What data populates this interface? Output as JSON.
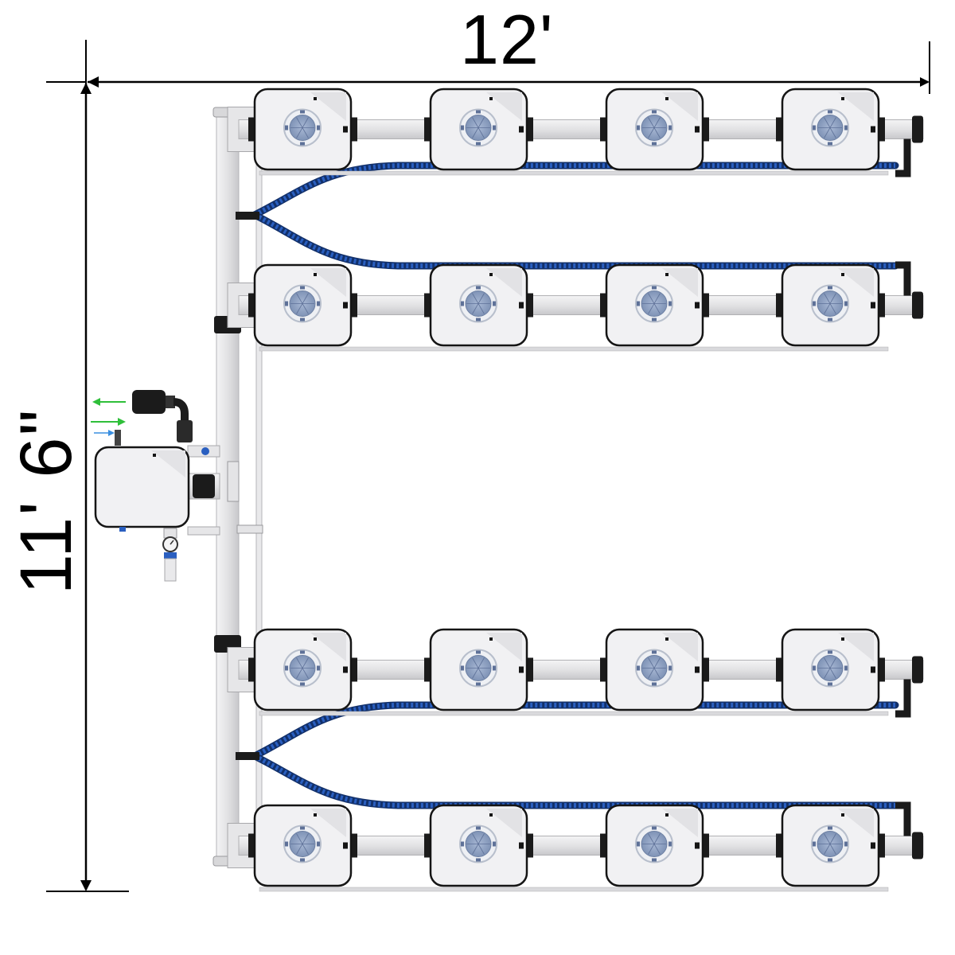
{
  "dimensions": {
    "width_label": "12'",
    "height_label": "11' 6\""
  },
  "layout": {
    "rows": 4,
    "buckets_per_row": 4,
    "control_units": 1
  },
  "colors": {
    "pipe": "#e4e4e6",
    "pipe_shade": "#c9c9cc",
    "bucket_fill": "#f1f1f3",
    "bucket_stroke": "#151515",
    "lid": "#8fa3c4",
    "lid_ring": "#c7cfdc",
    "hose": "#1f4b9e",
    "hose_dark": "#12306a",
    "fitting": "#1a1a1a",
    "arrow_out": "#2fbf3a",
    "arrow_in": "#2fbf3a",
    "arrow_water": "#3a8fe0"
  },
  "icons": {
    "pump": "pump-icon",
    "gauge": "pressure-gauge-icon",
    "valve": "valve-icon"
  }
}
